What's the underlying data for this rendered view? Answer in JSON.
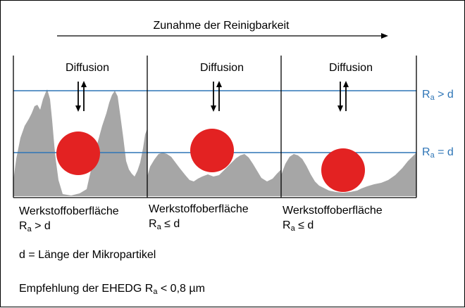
{
  "header": {
    "title": "Zunahme der Reinigbarkeit"
  },
  "panels": [
    {
      "diffusion_label": "Diffusion",
      "surface_label": "Werkstoffoberfläche",
      "ra_symbol": "R",
      "ra_sub": "a",
      "ra_condition": " > d"
    },
    {
      "diffusion_label": "Diffusion",
      "surface_label": "Werkstoffoberfläche",
      "ra_symbol": "R",
      "ra_sub": "a",
      "ra_condition": " ≤ d"
    },
    {
      "diffusion_label": "Diffusion",
      "surface_label": "Werkstoffoberfläche",
      "ra_symbol": "R",
      "ra_sub": "a",
      "ra_condition": " ≤ d"
    }
  ],
  "reference_lines": [
    {
      "symbol": "R",
      "sub": "a",
      "relation": " > d"
    },
    {
      "symbol": "R",
      "sub": "a",
      "relation": " = d"
    }
  ],
  "notes": {
    "definition": "d = Länge der Mikropartikel",
    "recommendation_prefix": "Empfehlung der EHEDG R",
    "recommendation_sub": "a",
    "recommendation_suffix": " < 0,8 µm"
  },
  "colors": {
    "surface": "#a6a6a6",
    "particle": "#e32222",
    "reference_line": "#2e75b6",
    "reference_label": "#2e75b6"
  }
}
